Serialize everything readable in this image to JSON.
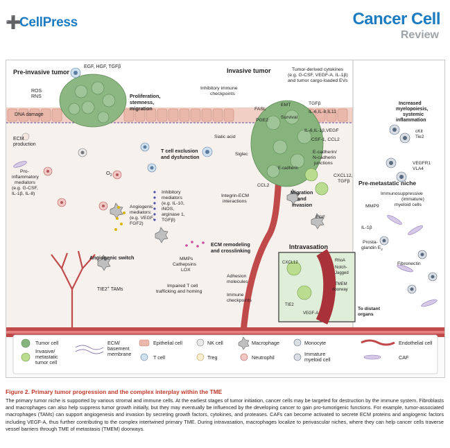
{
  "header": {
    "brand": "CellPress",
    "journal": "Cancer Cell",
    "section": "Review"
  },
  "figure": {
    "pre_invasive": {
      "title": "Pre-invasive tumor"
    },
    "top_factors": "EGF, HGF, TGFβ",
    "ros_rns": {
      "line1": "ROS",
      "line2": "RNS"
    },
    "dna_damage": "DNA damage",
    "proliferation": {
      "line1": "Proliferation,",
      "line2": "stemness,",
      "line3": "migration"
    },
    "ecm_production": {
      "line1": "ECM",
      "line2": "production"
    },
    "pro_inflammatory": {
      "line1": "Pro-",
      "line2": "inflammatory",
      "line3": "mediators",
      "line4": "(e.g. G-CSF,",
      "line5": "IL-1β, IL-8)"
    },
    "o2": "O",
    "o2_sub": "2",
    "angiogenic": {
      "line1": "Angiogenic",
      "line2": "mediators:",
      "line3": "(e.g. VEGF,",
      "line4": "FGF2)"
    },
    "angiogenic_switch": "Angiogenic switch",
    "tie2_tams": "TIE2",
    "tie2_tams_suffix": "TAMs",
    "t_cell_exclusion": {
      "line1": "T cell exclusion",
      "line2": "and dysfunction"
    },
    "inhibitory_mediators": {
      "line1": "Inhibitory",
      "line2": "mediators",
      "line3": "(e.g. IL-10,",
      "line4": "iNOS,",
      "line5": "arginase 1,",
      "line6": "TGFβ)"
    },
    "ecm_remodeling": {
      "line1": "ECM remodeling",
      "line2": "and crosslinking"
    },
    "mmps": {
      "line1": "MMPs",
      "line2": "Cathepsins",
      "line3": "LOX"
    },
    "impaired_t": {
      "line1": "Impaired T cell",
      "line2": "trafficking and homing"
    },
    "adhesion": {
      "line1": "Adhesion",
      "line2": "molecules"
    },
    "immune_checkpoints": {
      "line1": "Immune",
      "line2": "checkpoints"
    },
    "invasive_tumor": {
      "title": "Invasive tumor"
    },
    "inhibitory_immune": {
      "line1": "Inhibitory immune",
      "line2": "checkpoints"
    },
    "tumor_derived": {
      "line1": "Tumor-derived cytokines",
      "line2": "(e.g. G-CSF, VEGF-A, IL-1β)",
      "line3": "and tumor cargo-loaded EVs"
    },
    "fas_pge2": {
      "fasl": "FASL",
      "pge2": "PGE2",
      "emt": "EMT",
      "survival": "Survival"
    },
    "tgfb": "TGFβ",
    "il6_il8": "IL-6,IL-8,IL11",
    "il6_il1b": "IL-6,IL-1β,VEGF",
    "csf1": "CSF-1, CCL2",
    "ecadherin": {
      "line1": "E-cadherin/",
      "line2": "N-cadherin",
      "line3": "junctions",
      "tag": "E-cadherin"
    },
    "sialic": "Sialic acid",
    "siglec": "Siglec",
    "ccl2": "CCL2",
    "integrin": {
      "line1": "Integrin-ECM",
      "line2": "interactions"
    },
    "migration": {
      "line1": "Migration",
      "line2": "and",
      "line3": "invasion"
    },
    "cxcl12": {
      "line1": "CXCL12,",
      "line2": "TGFβ"
    },
    "egf": "EGF",
    "intravasation": {
      "title": "Intravasation",
      "cxcl12": "CXCL12",
      "rhoa": "RhoA",
      "notch": "Notch-",
      "jagged": "Jagged",
      "tmem": "TMEM",
      "doorway": "doorway",
      "tie2": "TIE2",
      "vegfa": "VEGF-A"
    },
    "increased": {
      "line1": "Increased",
      "line2": "myelopoiesis,",
      "line3": "systemic",
      "line4": "inflammation"
    },
    "ckit": {
      "line1": "cKit",
      "line2": "Tie2"
    },
    "vegfr1": {
      "line1": "VEGFR1",
      "line2": "VLA4"
    },
    "pre_metastatic": {
      "title": "Pre-metastatic niche"
    },
    "immunosuppressive": {
      "line1": "Immunosuppressive",
      "line2": "(immature)",
      "line3": "myeloid cells"
    },
    "mmp9": "MMP9",
    "il1b": "IL-1β",
    "prostaglandin": {
      "line1": "Prosta-",
      "line2": "glandin E",
      "line3": "2"
    },
    "fibronectin": "Fibronectin",
    "distant": {
      "line1": "To distant",
      "line2": "organs"
    }
  },
  "legend": {
    "tumor_cell": "Tumor cell",
    "invasive": {
      "line1": "Invasive/",
      "line2": "metastatic",
      "line3": "tumor cell"
    },
    "ecm": {
      "line1": "ECM/",
      "line2": "basement",
      "line3": "membrane"
    },
    "epithelial": "Epithelial cell",
    "nk": "NK cell",
    "macrophage": "Macrophage",
    "monocyte": "Monocyte",
    "endothelial": "Endothelial cell",
    "tcell": "T cell",
    "treg": "Treg",
    "neutrophil": "Neutrophil",
    "immature": {
      "line1": "Immature",
      "line2": "myeloid cell"
    },
    "caf": "CAF"
  },
  "caption": {
    "title": "Figure 2. Primary tumor progression and the complex interplay within the TME",
    "body": "The primary tumor niche is supported by various stromal and immune cells. At the earliest stages of tumor initiation, cancer cells may be targeted for destruction by the immune system. Fibroblasts and macrophages can also help suppress tumor growth initially, but they may eventually be influenced by the developing cancer to gain pro-tumorigenic functions. For example, tumor-associated macrophages (TAMs) can support angiogenesis and invasion by secreting growth factors, cytokines, and proteases. CAFs can become activated to secrete ECM proteins and angiogenic factors including VEGF-A, thus further contributing to the complex intertwined primary TME. During intravasation, macrophages localize to perivascular niches, where they can help cancer cells traverse vessel barriers through TME of metastasis (TMEM) doorways."
  },
  "colors": {
    "brand_blue": "#1c7bc1",
    "caption_red": "#c0392b",
    "tumor_green": "#7fae75",
    "invasive_green": "#a8d17e",
    "vessel_red": "#c0494a",
    "epithelium_pink": "#eab8aa"
  }
}
